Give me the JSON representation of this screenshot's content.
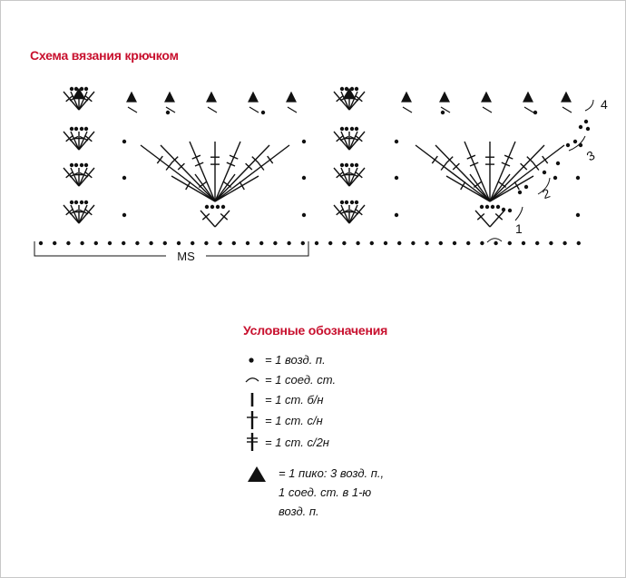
{
  "title": "Схема вязания крючком",
  "ms_label": "MS",
  "row_numbers": [
    "1",
    "2",
    "3",
    "4"
  ],
  "legend": {
    "title": "Условные обозначения",
    "items": [
      {
        "icon": "chain-stitch-icon",
        "text": "= 1 возд. п."
      },
      {
        "icon": "slip-stitch-icon",
        "text": "= 1 соед. ст."
      },
      {
        "icon": "single-crochet-icon",
        "text": "= 1 ст. б/н"
      },
      {
        "icon": "double-crochet-icon",
        "text": "= 1 ст. с/н"
      },
      {
        "icon": "treble-crochet-icon",
        "text": "= 1 ст. с/2н"
      }
    ],
    "picot": {
      "icon": "picot-icon",
      "line1": "= 1 пико: 3 возд. п.,",
      "line2": "1 соед. ст. в 1-ю",
      "line3": "возд. п."
    }
  },
  "colors": {
    "accent": "#c8102e",
    "ink": "#111111"
  }
}
